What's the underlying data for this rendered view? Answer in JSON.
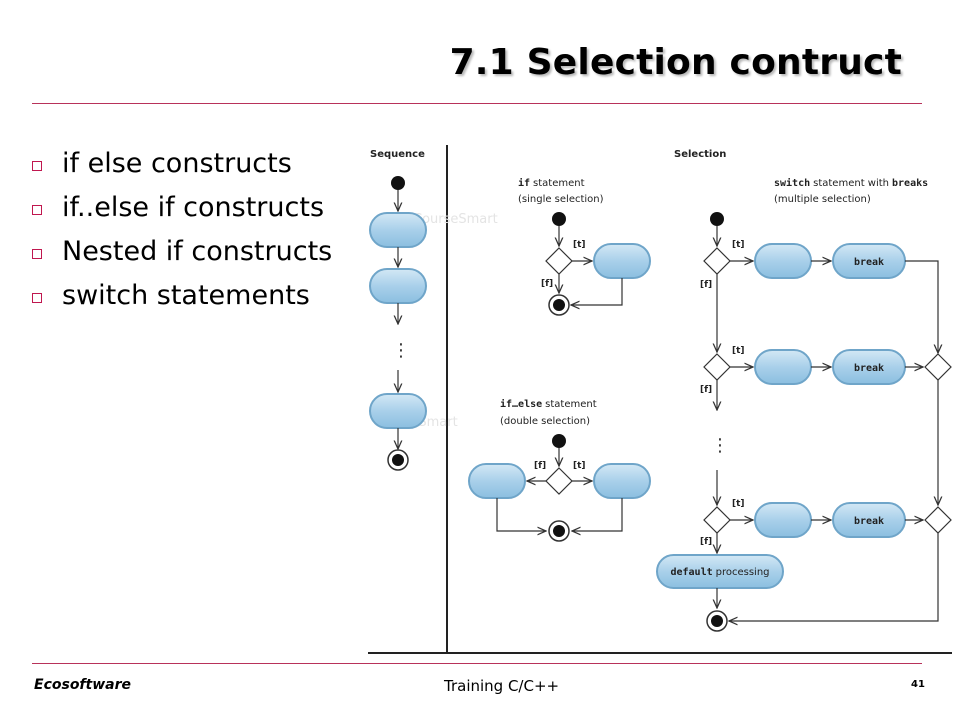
{
  "slide": {
    "title": "7.1 Selection contruct",
    "bullets": [
      "if else constructs",
      "if..else if constructs",
      "Nested if constructs",
      "switch statements"
    ]
  },
  "footer": {
    "company": "Ecosoftware",
    "course": "Training C/C++",
    "page_number": "41"
  },
  "diagram": {
    "sequence_heading": "Sequence",
    "selection_heading": "Selection",
    "if_kw": "if",
    "if_desc": "statement",
    "if_sub": "(single selection)",
    "ifelse_kw": "if…else",
    "ifelse_desc": "statement",
    "ifelse_sub": "(double selection)",
    "switch_kw": "switch",
    "switch_desc": "statement with",
    "switch_kw2": "breaks",
    "switch_sub": "(multiple selection)",
    "guard_true": "[t]",
    "guard_false": "[f]",
    "break_label": "break",
    "default_kw": "default",
    "default_desc": "processing",
    "ellipsis": "⋮",
    "watermark": "CourseSmart"
  },
  "colors": {
    "rule": "#b8325a",
    "bullet_box": "#c0174f",
    "action_fill": "#a9d0ea",
    "action_stroke": "#6fa5c9"
  }
}
